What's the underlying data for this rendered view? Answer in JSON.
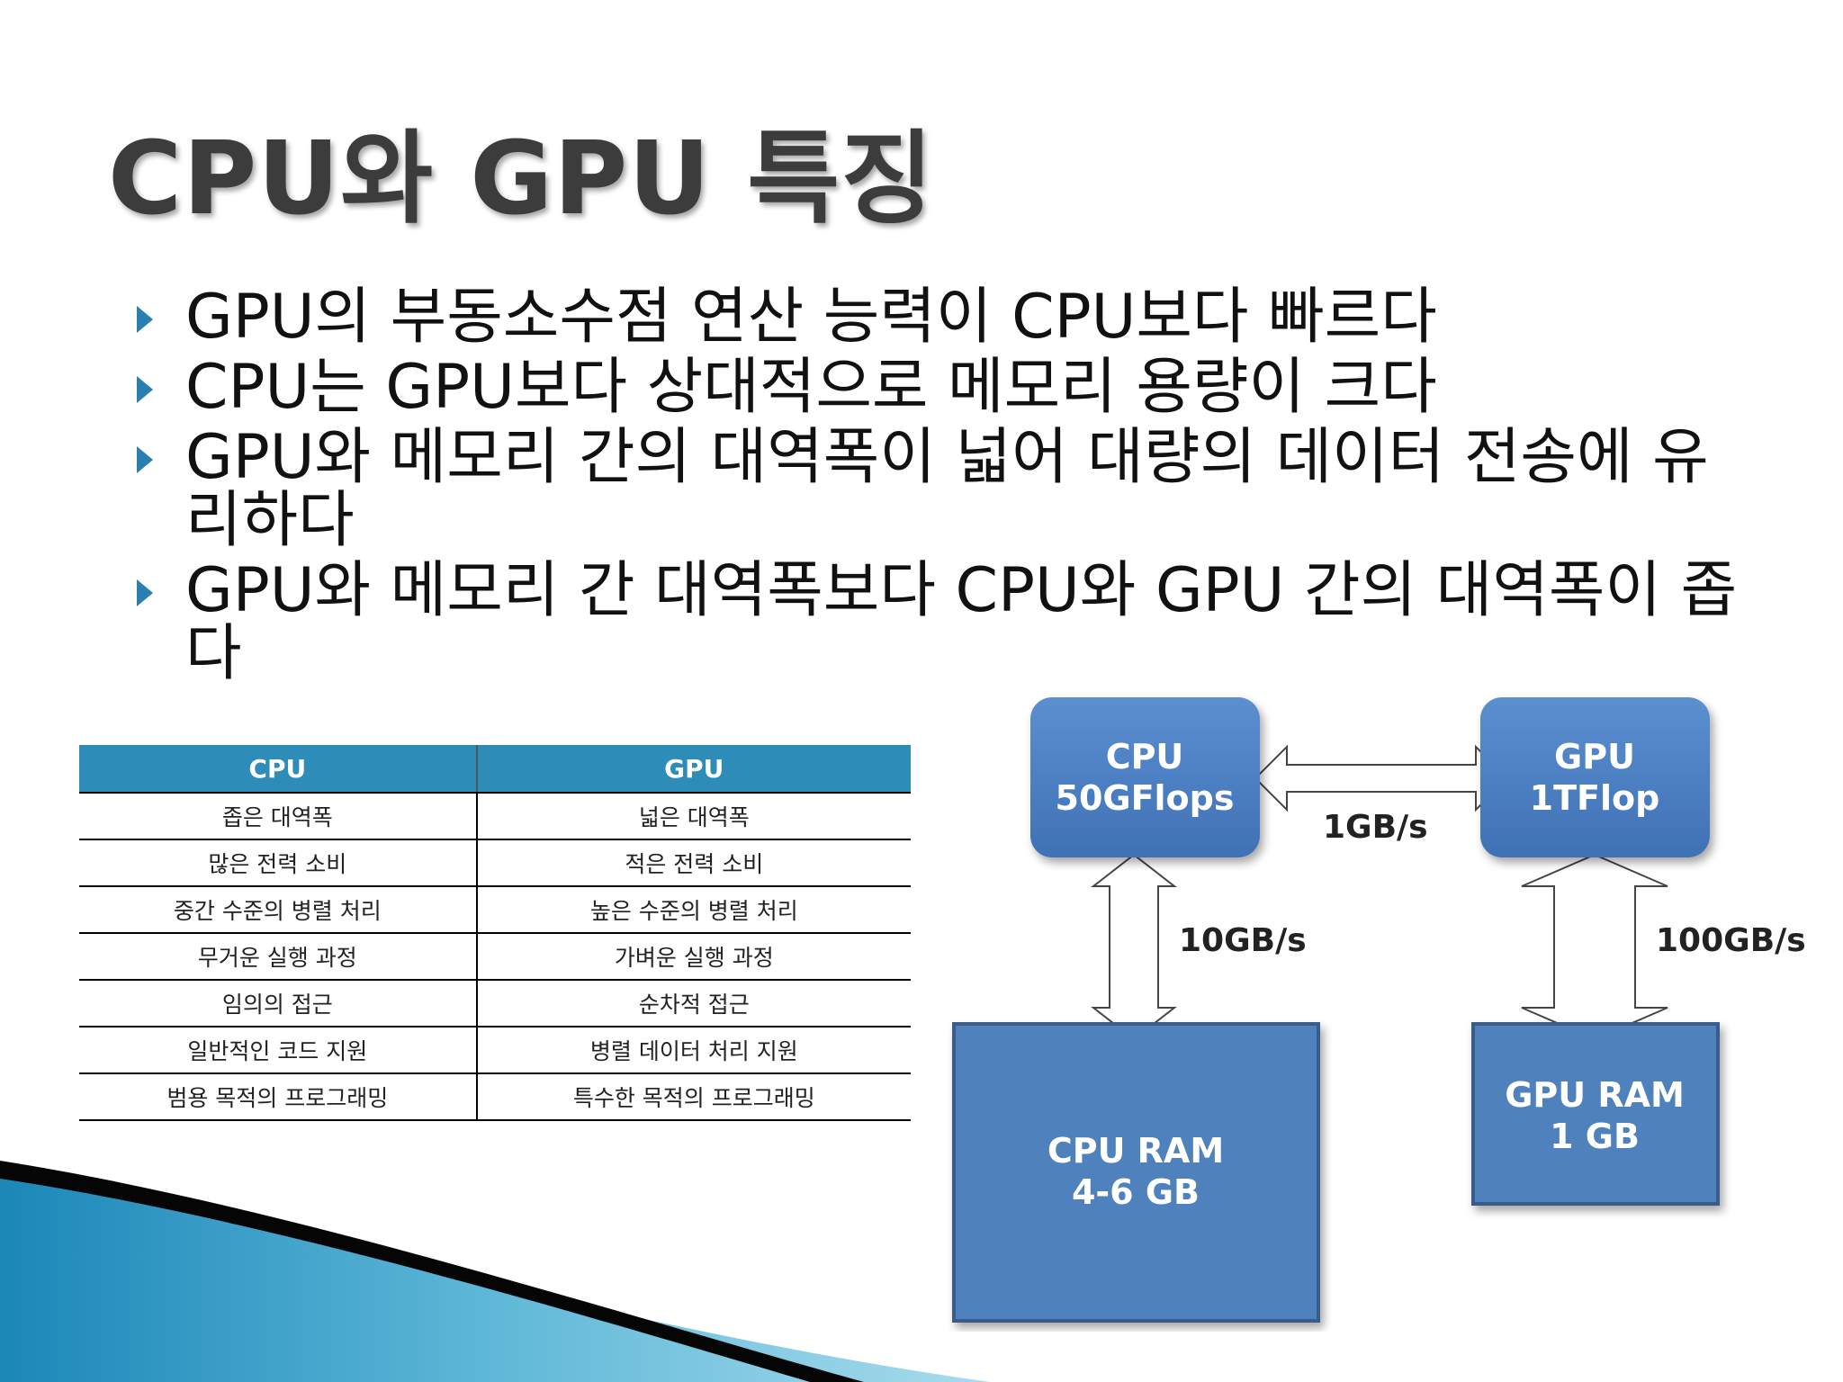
{
  "slide": {
    "title": "CPU와 GPU 특징",
    "bullets": [
      "GPU의 부동소수점 연산 능력이 CPU보다 빠르다",
      "CPU는 GPU보다 상대적으로 메모리 용량이 크다",
      "GPU와 메모리 간의 대역폭이 넓어 대량의 데이터 전송에 유리하다",
      "GPU와 메모리 간 대역폭보다 CPU와 GPU 간의 대역폭이 좁다"
    ]
  },
  "table": {
    "headers": [
      "CPU",
      "GPU"
    ],
    "rows": [
      [
        "좁은 대역폭",
        "넓은 대역폭"
      ],
      [
        "많은 전력 소비",
        "적은 전력 소비"
      ],
      [
        "중간 수준의 병렬 처리",
        "높은 수준의 병렬 처리"
      ],
      [
        "무거운 실행 과정",
        "가벼운 실행 과정"
      ],
      [
        "임의의 접근",
        "순차적 접근"
      ],
      [
        "일반적인 코드 지원",
        "병렬 데이터 처리 지원"
      ],
      [
        "범용 목적의 프로그래밍",
        "특수한 목적의 프로그래밍"
      ]
    ]
  },
  "diagram": {
    "cpu": {
      "line1": "CPU",
      "line2": "50GFlops"
    },
    "gpu": {
      "line1": "GPU",
      "line2": "1TFlop"
    },
    "cpu_ram": {
      "line1": "CPU RAM",
      "line2": "4-6 GB"
    },
    "gpu_ram": {
      "line1": "GPU RAM",
      "line2": "1 GB"
    },
    "cpu_gpu_bw": "1GB/s",
    "cpu_ram_bw": "10GB/s",
    "gpu_ram_bw": "100GB/s"
  },
  "colors": {
    "accent": "#2e8db8",
    "box_fill": "#4f81bd",
    "box_border": "#385d8a"
  }
}
